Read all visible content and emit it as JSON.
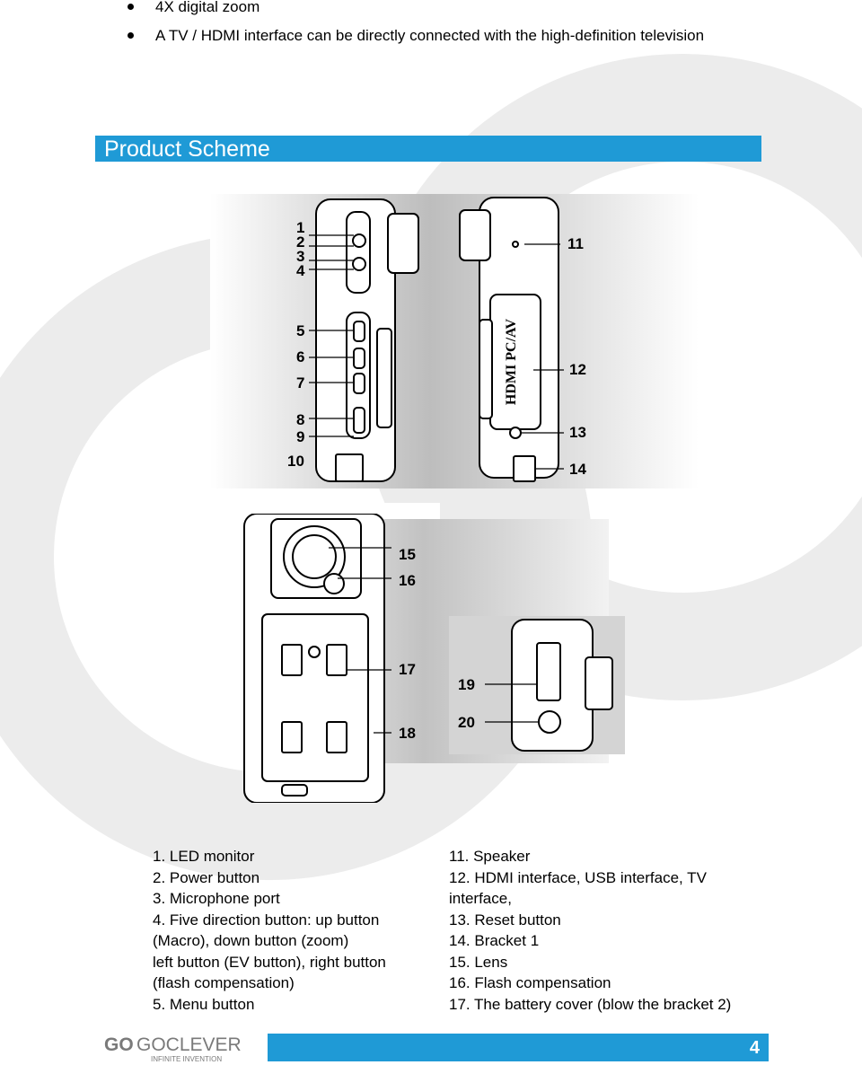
{
  "bullets": [
    "4X digital zoom",
    "A TV / HDMI interface can be directly connected with the high-definition television"
  ],
  "section": {
    "title": "Product Scheme"
  },
  "figure": {
    "port_label": "HDMI PC/AV",
    "callouts": [
      "1",
      "2",
      "3",
      "4",
      "5",
      "6",
      "7",
      "8",
      "9",
      "10",
      "11",
      "12",
      "13",
      "14",
      "15",
      "16",
      "17",
      "18",
      "19",
      "20"
    ]
  },
  "parts_left": [
    "1. LED monitor",
    "2. Power button",
    "3. Microphone port",
    "4. Five direction button: up button",
    "(Macro), down button (zoom)",
    "left button (EV button), right button",
    "(flash compensation)",
    "5. Menu button"
  ],
  "parts_right": [
    "11. Speaker",
    "12. HDMI interface, USB interface, TV",
    "interface,",
    "13. Reset button",
    "14. Bracket 1",
    "15. Lens",
    "16. Flash compensation",
    "17. The battery cover (blow the bracket 2)"
  ],
  "footer": {
    "brand_mark": "GO",
    "brand_name": "GOCLEVER",
    "tagline": "INFINITE INVENTION",
    "page_number": "4"
  },
  "colors": {
    "accent": "#1f9ad6",
    "watermark": "#ececec"
  }
}
